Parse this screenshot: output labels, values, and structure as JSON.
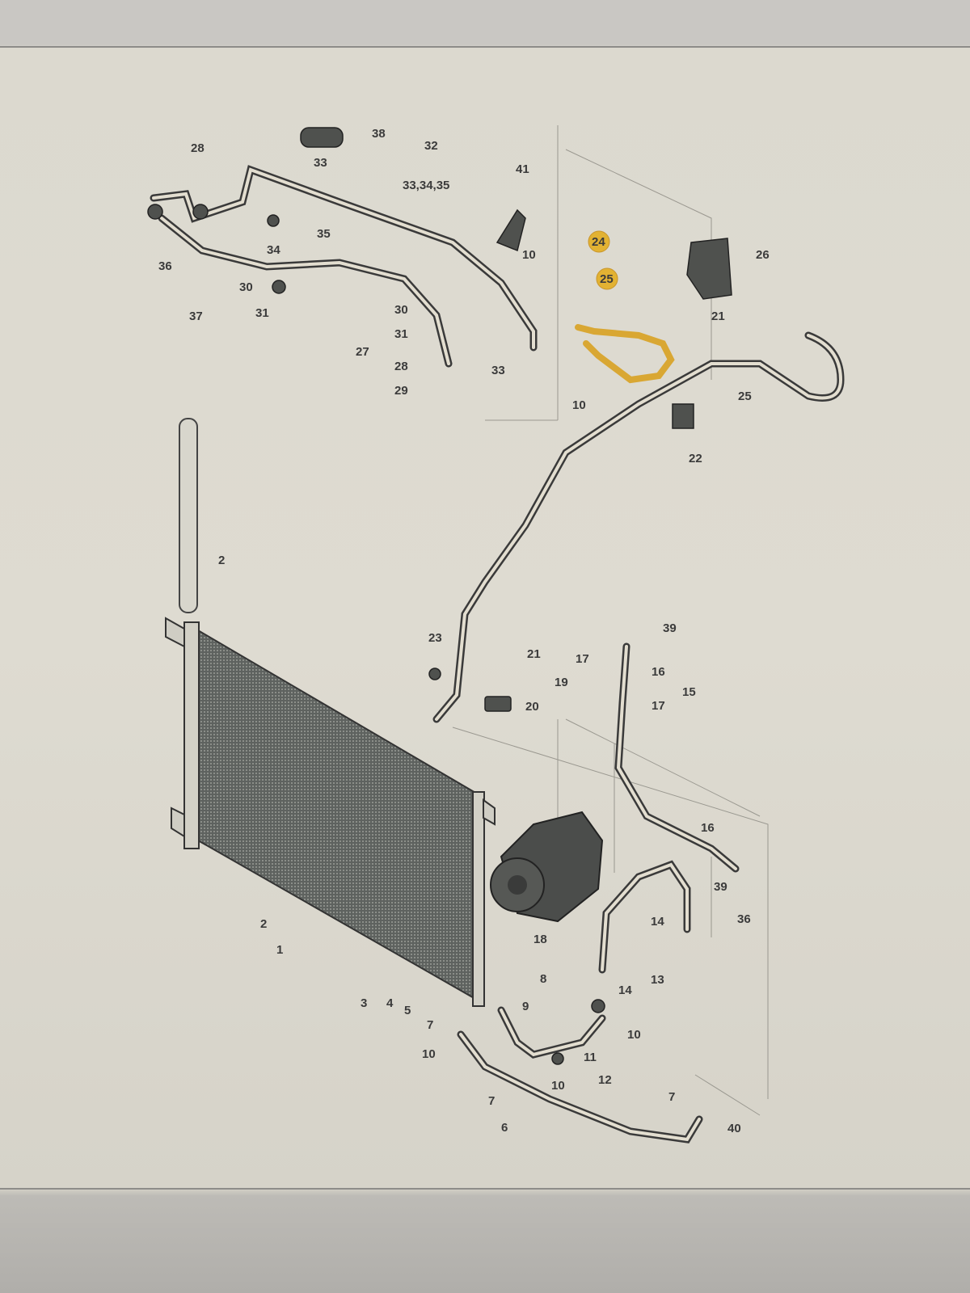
{
  "diagram": {
    "title": "A/C refrigerant circuit parts diagram",
    "highlight_color": "#e2b233",
    "highlighted_callouts": [
      "24",
      "25"
    ],
    "callouts": [
      "28",
      "38",
      "33",
      "32",
      "33,34,35",
      "41",
      "35",
      "34",
      "36",
      "37",
      "30",
      "31",
      "10",
      "30",
      "31",
      "27",
      "28",
      "29",
      "33",
      "24",
      "25",
      "26",
      "21",
      "10",
      "25",
      "22",
      "2",
      "23",
      "21",
      "19",
      "20",
      "39",
      "17",
      "16",
      "15",
      "17",
      "16",
      "39",
      "36",
      "14",
      "18",
      "2",
      "1",
      "13",
      "14",
      "8",
      "9",
      "3",
      "4",
      "5",
      "10",
      "7",
      "11",
      "10",
      "12",
      "10",
      "7",
      "6",
      "7",
      "40"
    ]
  }
}
